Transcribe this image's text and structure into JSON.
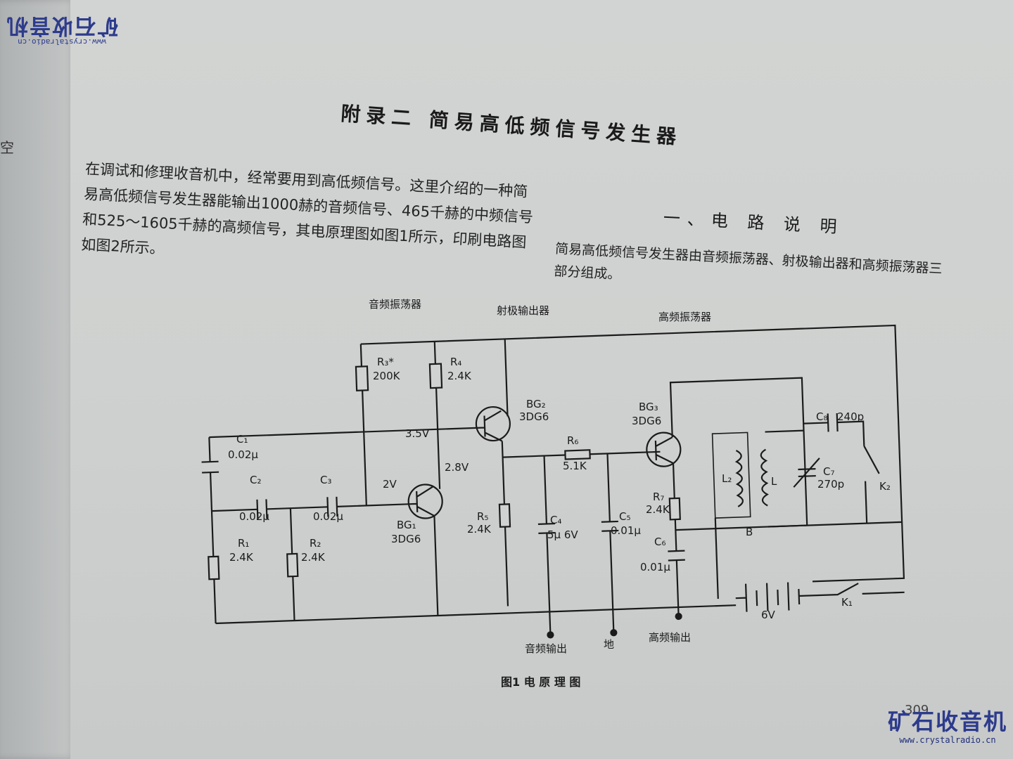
{
  "watermark": {
    "cn": "矿石收音机",
    "url": "www.crystalradio.cn"
  },
  "stray_char": "空",
  "title": "附录二 简易高低频信号发生器",
  "intro": "在调试和修理收音机中，经常要用到高低频信号。这里介绍的一种简易高低频信号发生器能输出1000赫的音频信号、465千赫的中频信号和525～1605千赫的高频信号，其电原理图如图1所示，印刷电路图如图2所示。",
  "section": {
    "heading": "一、电 路 说 明",
    "text": "简易高低频信号发生器由音频振荡器、射极输出器和高频振荡器三部分组成。"
  },
  "diagram": {
    "block_audio": "音频振荡器",
    "block_emitter": "射极输出器",
    "block_rf": "高频振荡器",
    "r3": "R₃*",
    "r3v": "200K",
    "r4": "R₄",
    "r4v": "2.4K",
    "c1": "C₁",
    "c1v": "0.02μ",
    "c2": "C₂",
    "c2v": "0.02μ",
    "c3": "C₃",
    "c3v": "0.02μ",
    "r1": "R₁",
    "r1v": "2.4K",
    "r2": "R₂",
    "r2v": "2.4K",
    "bg1": "BG₁",
    "bg1t": "3DG6",
    "bg2": "BG₂",
    "bg2t": "3DG6",
    "bg3": "BG₃",
    "bg3t": "3DG6",
    "v35": "3.5V",
    "v28": "2.8V",
    "v2": "2V",
    "r5": "R₅",
    "r5v": "2.4K",
    "r6": "R₆",
    "r6v": "5.1K",
    "c4": "C₄",
    "c4v": "5μ 6V",
    "c5": "C₅",
    "c5v": "0.01μ",
    "r7": "R₇",
    "r7v": "2.4K",
    "c6": "C₆",
    "c6v": "0.01μ",
    "l2": "L₂",
    "l": "L",
    "b": "B",
    "c7": "C₇",
    "c7v": "270p",
    "c8": "C₈",
    "c8v": "240p",
    "k2": "K₂",
    "k1": "K₁",
    "batt": "6V",
    "out_audio": "音频输出",
    "gnd": "地",
    "out_rf": "高频输出",
    "caption": "图1 电 原 理 图"
  },
  "page_number": "309"
}
